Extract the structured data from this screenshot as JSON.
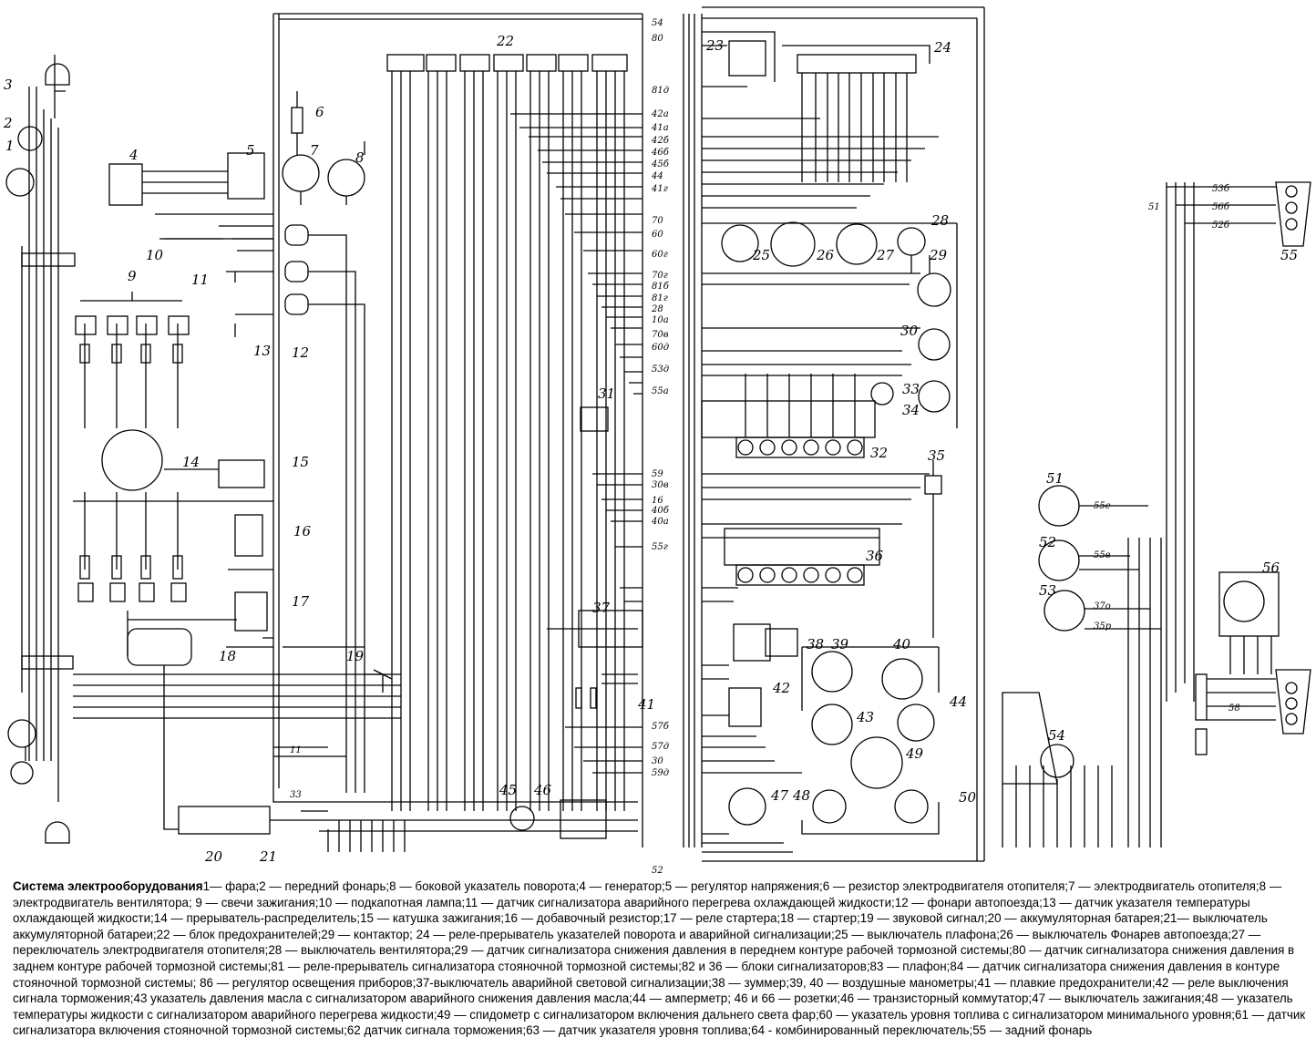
{
  "caption": {
    "title": "Система электрооборудования",
    "body": "1— фара;2 — передний фонарь;8 — боковой указатель поворота;4 — генератор;5 — регулятор напряжения;6 — резистор электродвигателя отопителя;7 — электродвигатель отопителя;8 — электродвигатель вентилятора; 9 — свечи зажигания;10 — подкапотная лампа;11 — датчик сигнализатора аварийного перегрева охлаждающей жидкости;12 — фонари автопоезда;13 — датчик указателя температуры охлаждающей жидкости;14 — прерыватель-распределитель;15 — катушка зажигания;16 — добавочный резистор;17 — реле стартера;18 — стартер;19 — звуковой сигнал;20 — аккумуляторная батарея;21— выключатель аккумуляторной батареи;22 — блок предохранителей;29 — контактор; 24 — реле-прерыватель указателей поворота и аварийной сигнализации;25 — выключатель плафона;26 — выключатель Фонарев автопоезда;27 — переключатель электродвигателя отопителя;28 — выключатель вентилятора;29 — датчик сигнализатора снижения давления в переднем контуре рабочей тормозной системы;80 — датчик сигнализатора снижения давления в заднем контуре рабочей тормозной системы;81 — реле-прерыватель сигнализатора стояночной тормозной системы;82 и 36 — блоки сигнализаторов;83 — плафон;84 — датчик сигнализатора снижения давления в контуре стояночной тормозной системы; 86 — регулятор освещения приборов;37-выключатель аварийной световой сигнализации;38 — зуммер;39, 40 — воздушные манометры;41 — плавкие предохранители;42 — реле выключения сигнала торможения;43 указатель давления масла с сигнализатором аварийного снижения давления масла;44 — амперметр; 46 и 66 — розетки;46 — транзисторный коммутатор;47 — выключатель зажигания;48 — указатель температуры жидкости с сигнализатором аварийного перегрева жидкости;49 — спидометр с сигнализатором включения дальнего света фар;60 — указатель уровня топлива с сигнализатором минимального уровня;61 — датчик сигнализатора включения стояночной тормозной системы;62 датчик сигнала торможения;63 — датчик указателя уровня топлива;64 - комбинированный переключатель;55 — задний фонарь"
  },
  "labels": {
    "n1": "1",
    "n2": "2",
    "n3": "3",
    "n4": "4",
    "n5": "5",
    "n6": "6",
    "n7": "7",
    "n8": "8",
    "n9": "9",
    "n10": "10",
    "n11": "11",
    "n12": "12",
    "n13": "13",
    "n14": "14",
    "n15": "15",
    "n16": "16",
    "n17": "17",
    "n18": "18",
    "n19": "19",
    "n20": "20",
    "n21": "21",
    "n22": "22",
    "n23": "23",
    "n24": "24",
    "n25": "25",
    "n26": "26",
    "n27": "27",
    "n28": "28",
    "n29": "29",
    "n30": "30",
    "n31": "31",
    "n32": "32",
    "n33": "33",
    "n34": "34",
    "n35": "35",
    "n36": "36",
    "n37": "37",
    "n38": "38",
    "n39": "39",
    "n40": "40",
    "n41": "41",
    "n42": "42",
    "n43": "43",
    "n44": "44",
    "n45": "45",
    "n46": "46",
    "n47": "47",
    "n48": "48",
    "n49": "49",
    "n50": "50",
    "n51": "51",
    "n52": "52",
    "n53": "53",
    "n54": "54",
    "n55": "55",
    "n56": "56"
  },
  "wire_tags": {
    "w54": "54",
    "w80": "80",
    "w81d": "81д",
    "w42a": "42а",
    "w41a": "41а",
    "w42b": "42б",
    "w46b": "46б",
    "w45b": "45б",
    "w44": "44",
    "w41g": "41г",
    "w70": "70",
    "w60": "60",
    "w60g": "60г",
    "w70g": "70г",
    "w81b": "81б",
    "w81g": "81г",
    "w28": "28",
    "w10a": "10а",
    "w70v": "70в",
    "w60d": "60д",
    "w53d": "53д",
    "w55a": "55а",
    "w59": "59",
    "w30v": "30в",
    "w16": "16",
    "w40b": "40б",
    "w40a": "40а",
    "w55g": "55г",
    "w57b": "57б",
    "w57d": "57д",
    "w30": "30",
    "w59d": "59д",
    "w52": "52",
    "w11": "11",
    "w33": "33",
    "w51": "51",
    "w56b": "56б",
    "w52b": "52б",
    "w53b": "53б",
    "w55e": "55е",
    "w55v": "55в",
    "w37o": "37о",
    "w35p": "35р",
    "w58": "58"
  }
}
